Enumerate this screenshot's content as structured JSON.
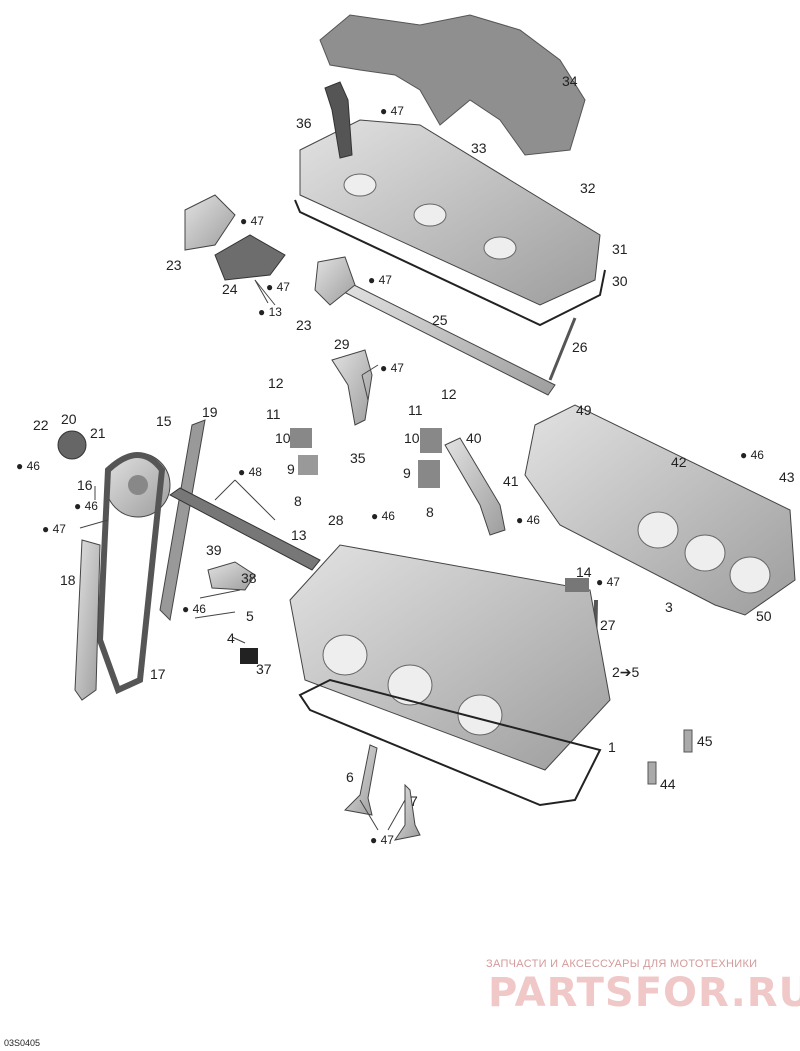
{
  "labels": [
    {
      "id": "34",
      "text": "34"
    },
    {
      "id": "36",
      "text": "36"
    },
    {
      "id": "47a",
      "text": "47"
    },
    {
      "id": "33",
      "text": "33"
    },
    {
      "id": "32",
      "text": "32"
    },
    {
      "id": "31",
      "text": "31"
    },
    {
      "id": "30",
      "text": "30"
    },
    {
      "id": "47b",
      "text": "47"
    },
    {
      "id": "23a",
      "text": "23"
    },
    {
      "id": "24",
      "text": "24"
    },
    {
      "id": "47c",
      "text": "47"
    },
    {
      "id": "47d",
      "text": "47"
    },
    {
      "id": "23b",
      "text": "23"
    },
    {
      "id": "25",
      "text": "25"
    },
    {
      "id": "26",
      "text": "26"
    },
    {
      "id": "29",
      "text": "29"
    },
    {
      "id": "47e",
      "text": "47"
    },
    {
      "id": "12a",
      "text": "12"
    },
    {
      "id": "12b",
      "text": "12"
    },
    {
      "id": "11a",
      "text": "11"
    },
    {
      "id": "11b",
      "text": "11"
    },
    {
      "id": "49",
      "text": "49"
    },
    {
      "id": "10a",
      "text": "10"
    },
    {
      "id": "10b",
      "text": "10"
    },
    {
      "id": "40",
      "text": "40"
    },
    {
      "id": "35",
      "text": "35"
    },
    {
      "id": "9a",
      "text": "9"
    },
    {
      "id": "9b",
      "text": "9"
    },
    {
      "id": "42",
      "text": "42"
    },
    {
      "id": "46a",
      "text": "46"
    },
    {
      "id": "43",
      "text": "43"
    },
    {
      "id": "22",
      "text": "22"
    },
    {
      "id": "20",
      "text": "20"
    },
    {
      "id": "21",
      "text": "21"
    },
    {
      "id": "15",
      "text": "15"
    },
    {
      "id": "19",
      "text": "19"
    },
    {
      "id": "46b",
      "text": "46"
    },
    {
      "id": "48",
      "text": "48"
    },
    {
      "id": "41",
      "text": "41"
    },
    {
      "id": "16",
      "text": "16"
    },
    {
      "id": "46c",
      "text": "46"
    },
    {
      "id": "8a",
      "text": "8"
    },
    {
      "id": "28",
      "text": "28"
    },
    {
      "id": "46d",
      "text": "46"
    },
    {
      "id": "8b",
      "text": "8"
    },
    {
      "id": "46e",
      "text": "46"
    },
    {
      "id": "47f",
      "text": "47"
    },
    {
      "id": "13",
      "text": "13"
    },
    {
      "id": "39",
      "text": "39"
    },
    {
      "id": "18",
      "text": "18"
    },
    {
      "id": "38",
      "text": "38"
    },
    {
      "id": "14",
      "text": "14"
    },
    {
      "id": "47g",
      "text": "47"
    },
    {
      "id": "50",
      "text": "50"
    },
    {
      "id": "46f",
      "text": "46"
    },
    {
      "id": "5",
      "text": "5"
    },
    {
      "id": "3",
      "text": "3"
    },
    {
      "id": "4",
      "text": "4"
    },
    {
      "id": "27",
      "text": "27"
    },
    {
      "id": "37",
      "text": "37"
    },
    {
      "id": "17",
      "text": "17"
    },
    {
      "id": "2to5",
      "text": "2➔5"
    },
    {
      "id": "1",
      "text": "1"
    },
    {
      "id": "45",
      "text": "45"
    },
    {
      "id": "6",
      "text": "6"
    },
    {
      "id": "7",
      "text": "7"
    },
    {
      "id": "44",
      "text": "44"
    },
    {
      "id": "47h",
      "text": "47"
    }
  ],
  "watermark": {
    "tagline": "ЗАПЧАСТИ И АКСЕССУАРЫ ДЛЯ МОТОТЕХНИКИ",
    "logo": "PARTSFOR.RU"
  },
  "diagram_code": "03S0405",
  "colors": {
    "part_fill": "#c9c9c9",
    "part_dark": "#7a7a7a",
    "outline": "#333333",
    "watermark": "#e8b4b4"
  }
}
